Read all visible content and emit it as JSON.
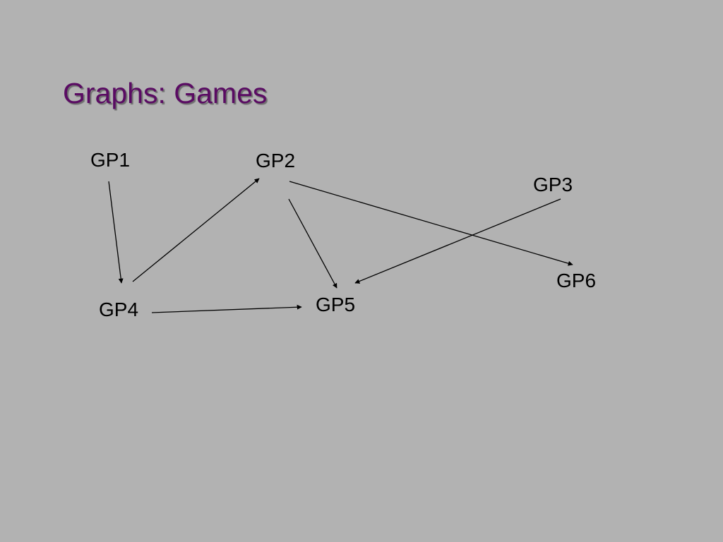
{
  "slide": {
    "title": "Graphs: Games"
  },
  "diagram": {
    "nodes": [
      {
        "id": "gp1",
        "label": "GP1"
      },
      {
        "id": "gp2",
        "label": "GP2"
      },
      {
        "id": "gp3",
        "label": "GP3"
      },
      {
        "id": "gp4",
        "label": "GP4"
      },
      {
        "id": "gp5",
        "label": "GP5"
      },
      {
        "id": "gp6",
        "label": "GP6"
      }
    ],
    "edges": [
      {
        "from": "gp1",
        "to": "gp4"
      },
      {
        "from": "gp4",
        "to": "gp2"
      },
      {
        "from": "gp2",
        "to": "gp5"
      },
      {
        "from": "gp2",
        "to": "gp6"
      },
      {
        "from": "gp3",
        "to": "gp5"
      },
      {
        "from": "gp4",
        "to": "gp5"
      }
    ]
  },
  "colors": {
    "background": "#b2b2b2",
    "title": "#5a0b63",
    "text": "#000000",
    "edge": "#000000"
  }
}
